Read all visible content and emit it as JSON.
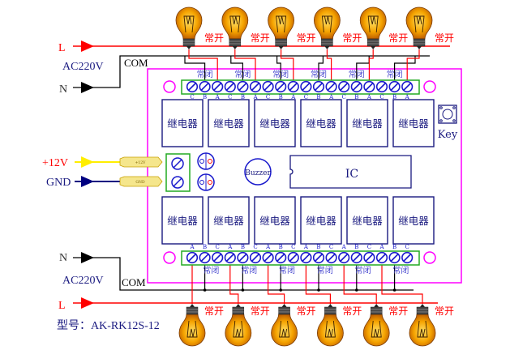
{
  "top": {
    "line_L": "L",
    "line_N": "N",
    "ac_label": "AC220V",
    "com_label": "COM",
    "no_label": "常开",
    "nc_label": "常闭",
    "terminal_letters": [
      "C",
      "B",
      "A"
    ]
  },
  "bottom": {
    "line_L": "L",
    "line_N": "N",
    "ac_label": "AC220V",
    "com_label": "COM",
    "no_label": "常开",
    "nc_label": "常闭",
    "terminal_letters": [
      "A",
      "B",
      "C"
    ]
  },
  "power": {
    "plus_label": "+12V",
    "gnd_label": "GND",
    "plus_tag": "+12V",
    "gnd_tag": "GND"
  },
  "board": {
    "relay_label": "继电器",
    "relay_count_per_row": 6,
    "buzzer_label": "Buzzer",
    "ic_label": "IC",
    "key_label": "Key"
  },
  "model": "型号：AK-RK12S-12",
  "colors": {
    "live": "#ff0000",
    "neutral": "#000000",
    "board": "#ff00ff",
    "terminal": "#1a1acc",
    "strip": "#22aa22",
    "relay": "#1a1a80",
    "plus12": "#ffee00",
    "gnd": "#000080"
  }
}
